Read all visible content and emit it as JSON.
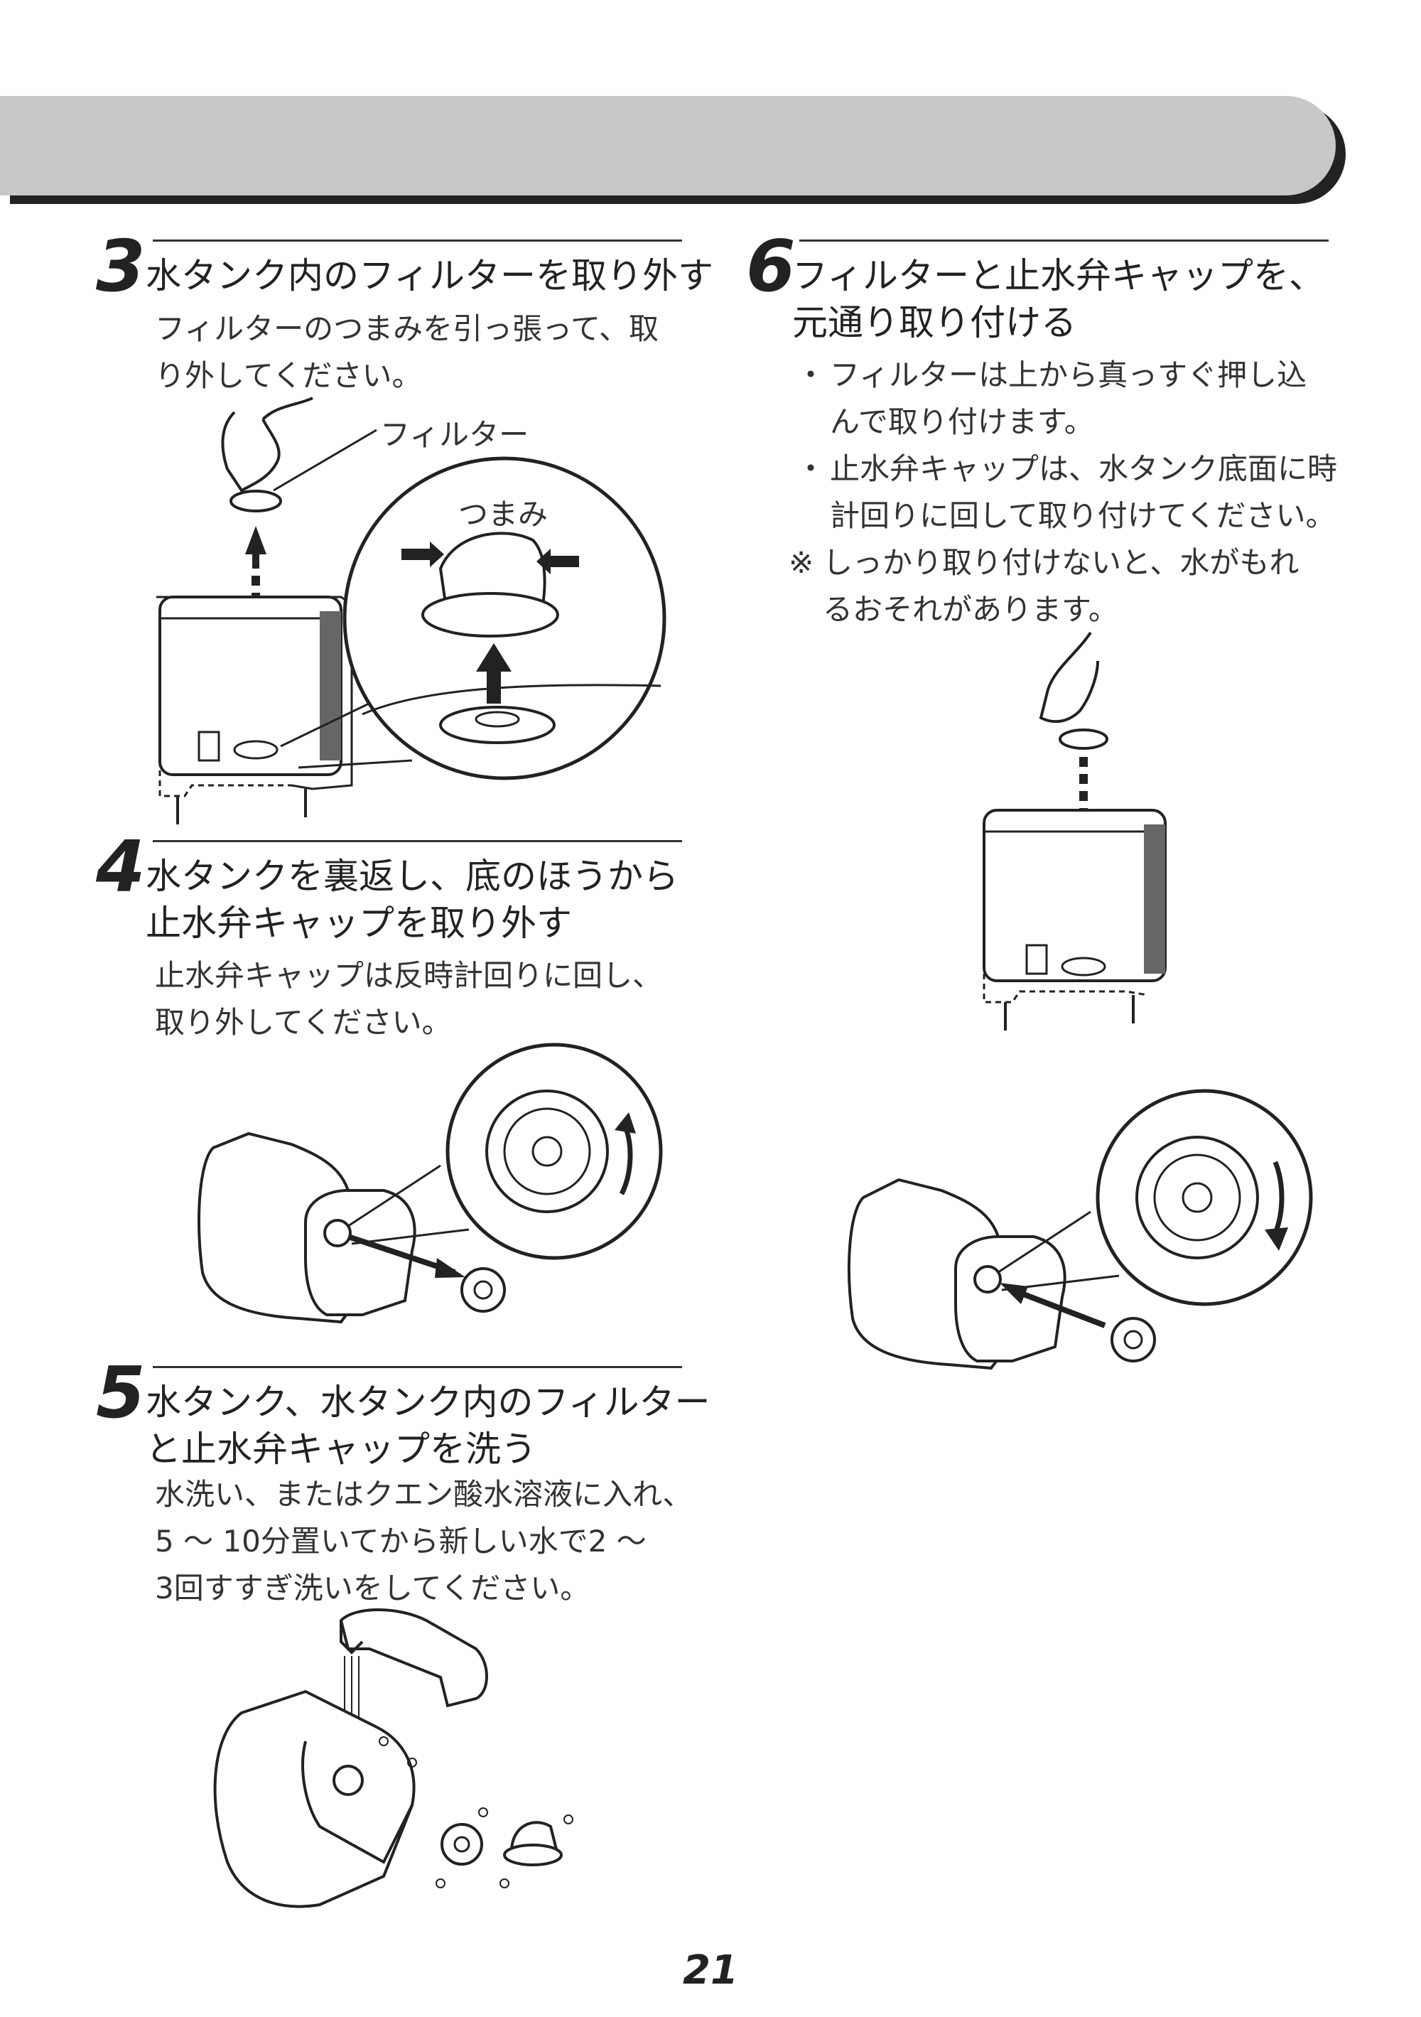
{
  "steps": [
    {
      "number": "3",
      "title_lines": [
        "水タンク内のフィルターを取り外す"
      ],
      "body_lines": [
        "フィルターのつまみを引っ張って、取",
        "り外してください。"
      ],
      "labels": {
        "filter": "フィルター",
        "knob": "つまみ"
      }
    },
    {
      "number": "4",
      "title_lines": [
        "水タンクを裏返し、底のほうから",
        "止水弁キャップを取り外す"
      ],
      "body_lines": [
        "止水弁キャップは反時計回りに回し、",
        "取り外してください。"
      ]
    },
    {
      "number": "5",
      "title_lines": [
        "水タンク、水タンク内のフィルター",
        "と止水弁キャップを洗う"
      ],
      "body_lines": [
        "水洗い、またはクエン酸水溶液に入れ、",
        "5 ～ 10分置いてから新しい水で2 ～",
        "3回すすぎ洗いをしてください。"
      ]
    },
    {
      "number": "6",
      "title_lines": [
        "フィルターと止水弁キャップを、",
        "元通り取り付ける"
      ],
      "bullets": [
        {
          "mark": "・",
          "lines": [
            "フィルターは上から真っすぐ押し込",
            "んで取り付けます。"
          ]
        },
        {
          "mark": "・",
          "lines": [
            "止水弁キャップは、水タンク底面に時",
            "計回りに回して取り付けてください。"
          ]
        }
      ],
      "note": {
        "mark": "※",
        "lines": [
          "しっかり取り付けないと、水がもれ",
          "るおそれがあります。"
        ]
      }
    }
  ],
  "page_number": "21"
}
